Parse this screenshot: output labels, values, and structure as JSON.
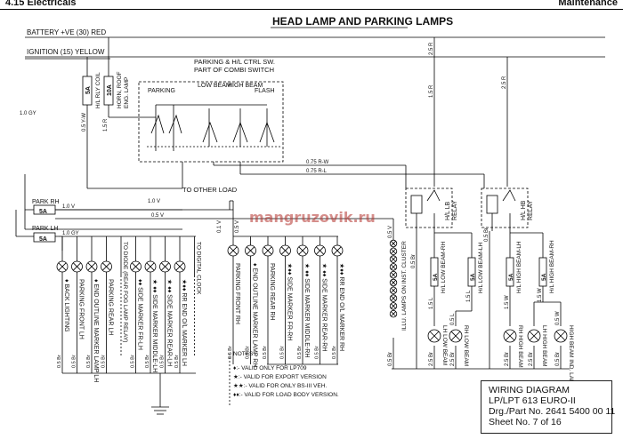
{
  "header": {
    "section": "4.15  Electricals",
    "right": "Maintenance"
  },
  "diagram": {
    "title": "HEAD LAMP AND PARKING LAMPS",
    "rails": {
      "battery": "BATTERY +VE (30) RED",
      "ignition": "IGNITION (15) YELLOW"
    },
    "switch_label": [
      "PARKING & H/L CTRL SW.",
      "PART OF COMBI SWITCH"
    ],
    "switch_positions": [
      "PARKING",
      "LOW BEAM",
      "HIGH BEAM",
      "FLASH"
    ],
    "other_load": "TO OTHER LOAD",
    "fuses": {
      "hl_rly_coil": [
        "5A",
        "H/L RLY COIL"
      ],
      "horn": [
        "10A",
        "HORN, ROOF",
        "ENG. LAMP"
      ],
      "park_rh": [
        "PARK RH",
        "5A"
      ],
      "park_lh": [
        "PARK LH",
        "5A"
      ],
      "lb_low_rh": [
        "5A",
        "H/L LOW BEAM-RH"
      ],
      "lb_low_lh": [
        "5A",
        "H/L LOW BEAM-LH"
      ],
      "hb_high_lh": [
        "5A",
        "H/L HIGH BEAM-LH"
      ],
      "hb_high_rh": [
        "5A",
        "H/L HIGH BEAM-RH"
      ]
    },
    "relays": {
      "lb": [
        "H/L LB",
        "RELAY"
      ],
      "hb": [
        "H/L HB",
        "RELAY"
      ]
    },
    "wires": {
      "w25r": "2.5 R",
      "w15r": "1.5 R",
      "w05yw": "0.5 Y-W",
      "w05r": "0.5 R",
      "w10gy": "1.0 GY",
      "w10v": "1.0 V",
      "w05v": "0.5 V",
      "w075rw": "0.75 R-W",
      "w075rl": "0.75 R-L",
      "w15l": "1.5 L",
      "w05l": "0.5 L",
      "w15w": "1.5 W",
      "w05w": "0.5 W",
      "w05br": "0.5 Br",
      "w05gy": "0.5 GY",
      "w01v": "0.1 V",
      "w25br": "2.5 Br",
      "w075gy": "0.75 GY"
    },
    "lh_lamps": [
      "BACK LIGHTING",
      "PARKING FRONT LH",
      "END OUTLINE MARKER LAMP LH",
      "PARKING REAR LH",
      "TO DIODE (REAR FOG LAMP RELAY)",
      "SIDE MARKER FR-LH",
      "SIDE MARKER MIDDLE-LH",
      "SIDE MARKER REAR-LH",
      "RR END O/L MARKER LH",
      "TO DIGITAL CLOCK"
    ],
    "lh_marks": [
      "♦",
      "",
      "♦",
      "",
      "",
      "♦♦",
      "★ ♦♦",
      "★ ♦♦",
      "★♦♦",
      ""
    ],
    "rh_lamps": [
      "PARKING FRONT RH",
      "END OUTLINE MARKER LAMP RH",
      "PARKING REAR RH",
      "SIDE MARKER FR-RH",
      "SIDE MARKER MIDDLE-RH",
      "SIDE MARKER REAR-RH",
      "RR END O/L MARKER RH"
    ],
    "rh_marks": [
      "",
      "♦",
      "",
      "★♦♦",
      "★ ♦♦",
      "★ ♦♦",
      "★♦♦"
    ],
    "illum": "ILLU. LAMPS ON INST. CLUSTER",
    "beam_lamps": [
      "LH LOW BEAM",
      "RH LOW BEAM",
      "RH HIGH BEAM",
      "LH HIGH BEAM",
      "HIGH BEAM IND. LAMP"
    ],
    "notes": {
      "title": "NOTES:-",
      "lines": [
        "♦:- VALID ONLY FOR LP709",
        "★:- VALID FOR EXPORT VERSION",
        "★★:- VALID FOR ONLY BS-III VEH.",
        "♦♦:- VALID FOR LOAD BODY VERSION."
      ]
    },
    "watermark": "mangruzovik.ru"
  },
  "title_block": [
    "WIRING DIAGRAM",
    "LP/LPT 613 EURO-II",
    "Drg./Part No. 2641 5400 00 11",
    "Sheet No.  7 of 16"
  ]
}
